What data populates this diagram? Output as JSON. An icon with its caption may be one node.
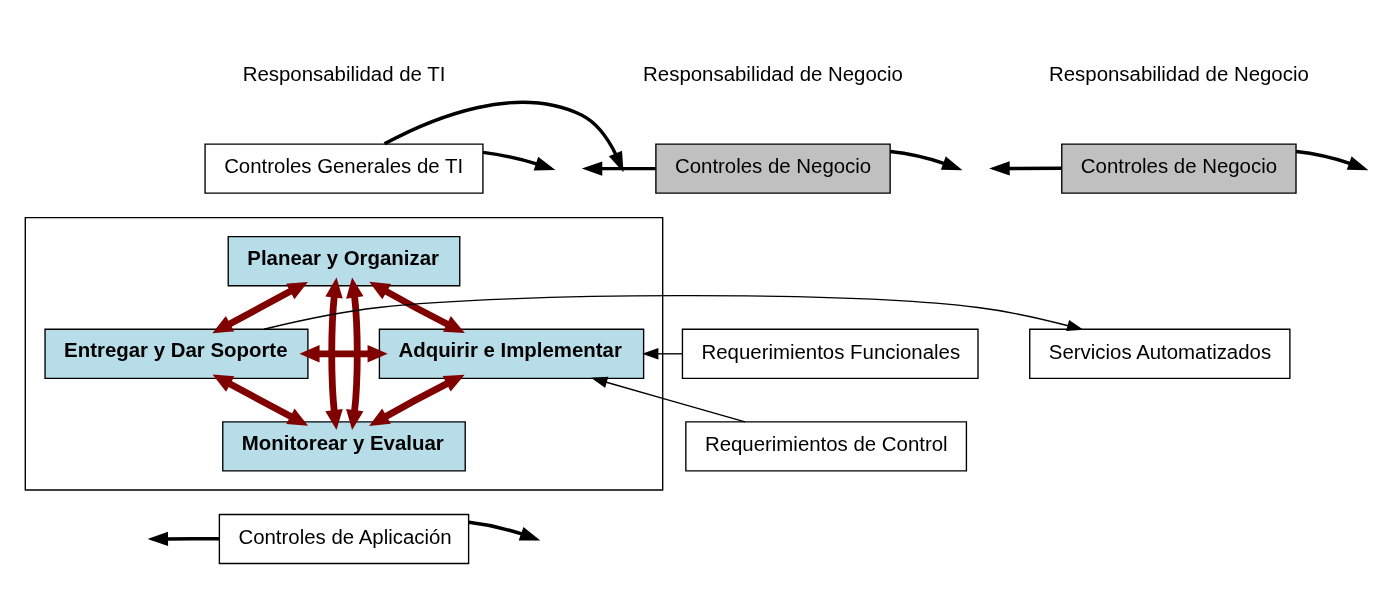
{
  "diagram": {
    "nodes": [
      {
        "text": [
          "Controles de Negocio"
        ]
      },
      {
        "text": [
          "Controles Generales de TI"
        ]
      },
      {
        "text": [
          "Controles de Negocio"
        ]
      },
      {
        "text": [],
        "shape": "box"
      },
      {
        "text": [
          "Planear y Organizar"
        ],
        "in": 3
      },
      {
        "text": [
          "Adquirir e Implementar"
        ],
        "in": 3
      },
      {
        "text": [
          "Entregar y Dar Soporte"
        ],
        "in": 3
      },
      {
        "text": [
          "Monitorear y Evaluar"
        ],
        "in": 3
      },
      {
        "text": [
          "Requerimientos Funcionales"
        ]
      },
      {
        "text": [
          "Requerimientos de Control"
        ]
      },
      {
        "text": [
          "Servicios Automatizados"
        ]
      },
      {
        "text": [
          "Controles de Aplicación"
        ]
      }
    ],
    "edges": [
      {
        "from": 0,
        "to": null,
        "arrow": "to"
      },
      {
        "from": 0,
        "to": null,
        "arrow": "to"
      },
      {
        "from": 1,
        "to": null,
        "arrow": "to"
      },
      {
        "from": 1,
        "to": null,
        "arrow": "to"
      },
      {
        "from": 2,
        "to": null,
        "arrow": "to"
      },
      {
        "from": 2,
        "to": null,
        "arrow": "to"
      },
      {
        "from": 4,
        "to": 7,
        "arrow": "both",
        "style": "thick",
        "color": "#800000"
      },
      {
        "from": 4,
        "to": 5,
        "arrow": "both",
        "style": "thick",
        "color": "#800000"
      },
      {
        "from": 4,
        "to": 6,
        "arrow": "both",
        "style": "thick",
        "color": "#800000"
      },
      {
        "from": 4,
        "to": 7,
        "arrow": "both",
        "style": "thick",
        "color": "#800000"
      },
      {
        "from": 8,
        "to": 5,
        "arrow": "to"
      },
      {
        "from": 9,
        "to": 5,
        "arrow": "to"
      },
      {
        "from": 5,
        "to": 6,
        "arrow": "both",
        "style": "thick",
        "color": "#800000"
      },
      {
        "from": 6,
        "to": 10,
        "arrow": "to"
      },
      {
        "from": 5,
        "to": 7,
        "arrow": "both",
        "style": "thick",
        "color": "#800000"
      },
      {
        "from": 6,
        "to": 7,
        "arrow": "both",
        "style": "thick",
        "color": "#800000"
      },
      {
        "from": 11,
        "to": null,
        "arrow": "to"
      },
      {
        "from": 11,
        "to": null,
        "arrow": "to"
      }
    ],
    "labels": [
      "Responsabilidad de Negocio",
      "Responsabilidad de TI",
      "Responsabilidad de Negocio"
    ]
  }
}
